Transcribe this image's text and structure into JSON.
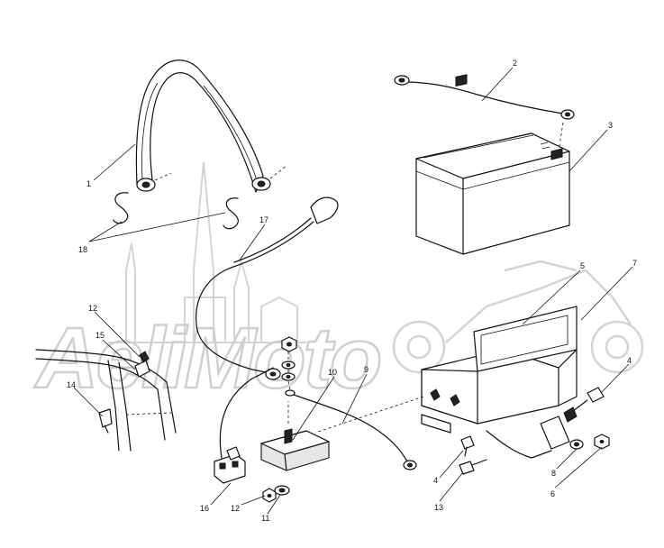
{
  "diagram": {
    "callouts": {
      "c1": "1",
      "c2": "2",
      "c3": "3",
      "c4a": "4",
      "c4b": "4",
      "c5": "5",
      "c6": "6",
      "c7": "7",
      "c8": "8",
      "c9": "9",
      "c10": "10",
      "c11": "11",
      "c12a": "12",
      "c12b": "12",
      "c13": "13",
      "c14": "14",
      "c15": "15",
      "c16": "16",
      "c17": "17",
      "c18": "18"
    },
    "watermark": "AeliMoto"
  }
}
